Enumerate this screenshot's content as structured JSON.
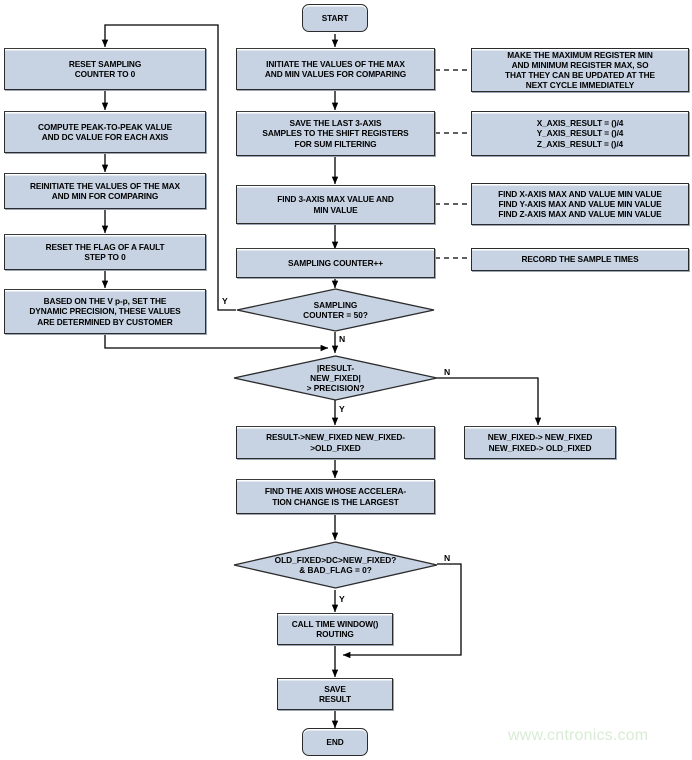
{
  "diagram": {
    "title": "Accelerometer sampling and precision flowchart",
    "colors": {
      "node_fill": "#c7d3e3",
      "node_border": "#2b2b2b",
      "wire": "#000000",
      "watermark": "#d8ecd4",
      "background": "#ffffff"
    },
    "watermark": "www.cntronics.com",
    "terminals": {
      "start": "START",
      "end": "END"
    },
    "left_column": [
      {
        "id": "reset-sampling-counter",
        "label": "RESET SAMPLING\nCOUNTER TO 0"
      },
      {
        "id": "compute-peak-to-peak",
        "label": "COMPUTE PEAK-TO-PEAK VALUE\nAND DC VALUE FOR EACH AXIS"
      },
      {
        "id": "reinitiate-max-min",
        "label": "REINITIATE THE VALUES OF THE MAX\nAND MIN FOR COMPARING"
      },
      {
        "id": "reset-fault-flag",
        "label": "RESET THE FLAG OF A FAULT\nSTEP TO 0"
      },
      {
        "id": "set-dynamic-precision",
        "label": "BASED ON THE V p-p, SET THE\nDYNAMIC PRECISION, THESE VALUES\nARE DETERMINED BY CUSTOMER"
      }
    ],
    "center_column": [
      {
        "id": "initiate-max-min",
        "label": "INITIATE THE VALUES OF THE MAX\nAND MIN VALUES FOR COMPARING"
      },
      {
        "id": "save-3axis-samples",
        "label": "SAVE THE LAST 3-AXIS\nSAMPLES TO THE SHIFT REGISTERS\nFOR SUM FILTERING"
      },
      {
        "id": "find-3axis-max-min",
        "label": "FIND 3-AXIS MAX VALUE AND\nMIN VALUE"
      },
      {
        "id": "sampling-counter-increment",
        "label": "SAMPLING COUNTER++"
      }
    ],
    "notes": [
      {
        "id": "note-max-min-registers",
        "label": "MAKE THE MAXIMUM REGISTER MIN\nAND MINIMUM REGISTER MAX, SO\nTHAT THEY CAN BE UPDATED AT THE\nNEXT CYCLE IMMEDIATELY"
      },
      {
        "id": "note-axis-result",
        "label": "X_AXIS_RESULT = ()/4\nY_AXIS_RESULT = ()/4\nZ_AXIS_RESULT = ()/4"
      },
      {
        "id": "note-find-axis-max-min",
        "label": "FIND X-AXIS MAX AND VALUE MIN VALUE\nFIND Y-AXIS MAX AND VALUE MIN VALUE\nFIND Z-AXIS MAX AND VALUE MIN VALUE"
      },
      {
        "id": "note-record-sample-times",
        "label": "RECORD THE SAMPLE TIMES"
      }
    ],
    "decisions": [
      {
        "id": "decision-sampling-counter",
        "label": "SAMPLING\nCOUNTER = 50?",
        "yes": "Y",
        "no": "N"
      },
      {
        "id": "decision-precision",
        "label": "|RESULT-\nNEW_FIXED|\n> PRECISION?",
        "yes": "Y",
        "no": "N"
      },
      {
        "id": "decision-old-fixed",
        "label": "OLD_FIXED>DC>NEW_FIXED?\n& BAD_FLAG = 0?",
        "yes": "Y",
        "no": "N"
      }
    ],
    "lower_nodes": [
      {
        "id": "result-to-new-fixed",
        "label": "RESULT->NEW_FIXED NEW_FIXED-\n>OLD_FIXED"
      },
      {
        "id": "new-fixed-to-old-fixed",
        "label": "NEW_FIXED-> NEW_FIXED\nNEW_FIXED-> OLD_FIXED"
      },
      {
        "id": "find-axis-largest-change",
        "label": "FIND THE AXIS WHOSE ACCELERA-\nTION CHANGE IS THE LARGEST"
      },
      {
        "id": "call-time-window",
        "label": "CALL TIME WINDOW()\nROUTING"
      },
      {
        "id": "save-result",
        "label": "SAVE\nRESULT"
      }
    ]
  }
}
